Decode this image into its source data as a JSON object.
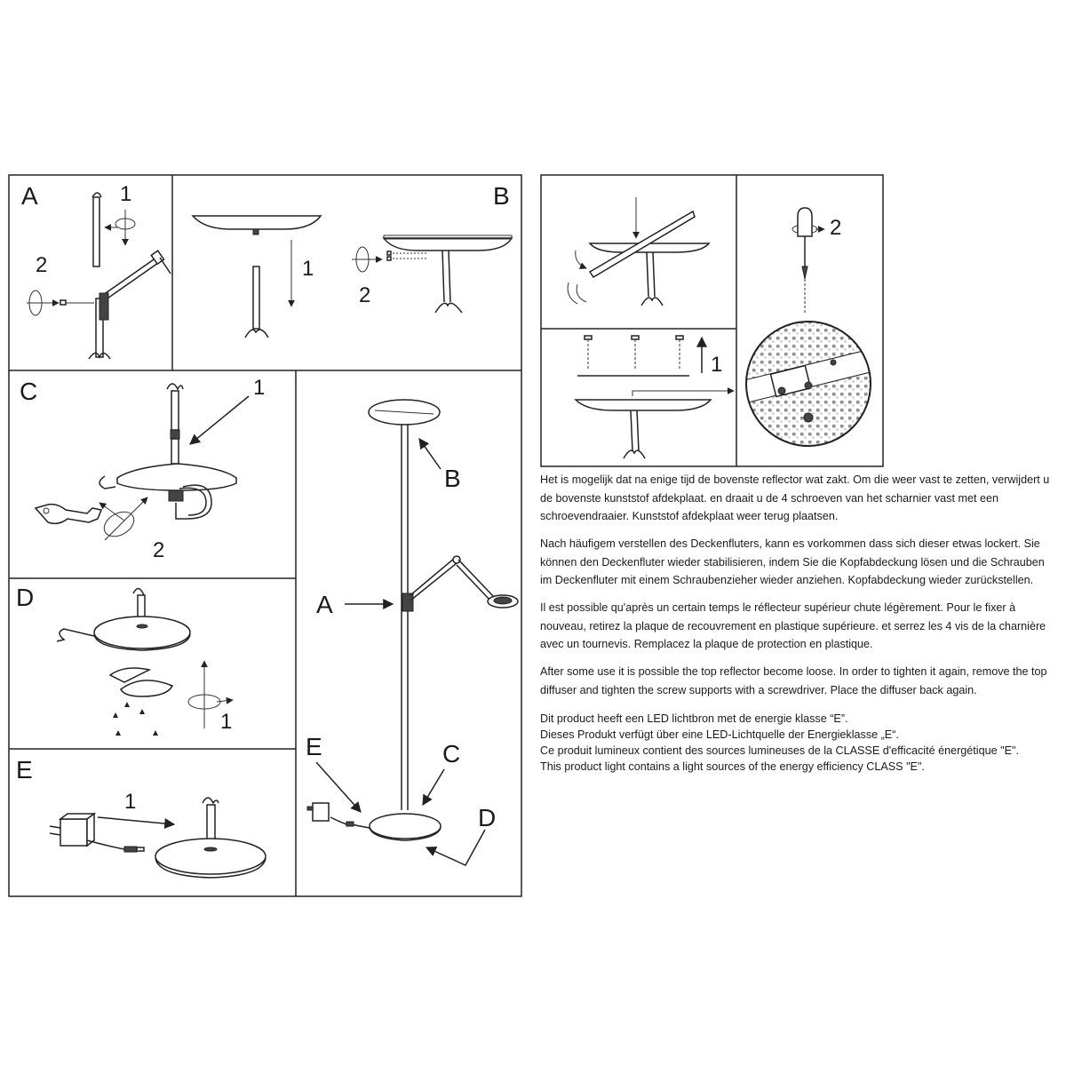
{
  "panels": {
    "A": {
      "letter": "A",
      "step1": "1",
      "step2": "2"
    },
    "B": {
      "letter": "B",
      "step1": "1",
      "step2": "2"
    },
    "C": {
      "letter": "C",
      "step1": "1",
      "step2": "2"
    },
    "D": {
      "letter": "D",
      "step1": "1"
    },
    "E": {
      "letter": "E",
      "step1": "1"
    },
    "overview": {
      "label_A": "A",
      "label_B": "B",
      "label_C": "C",
      "label_D": "D",
      "label_E": "E"
    },
    "detail": {
      "step1": "1",
      "step2": "2"
    }
  },
  "instructions": {
    "nl": "Het is mogelijk dat na enige tijd de bovenste reflector wat zakt. Om die weer vast te zetten, verwijdert u de bovenste kunststof afdekplaat. en draait u de 4 schroeven van het scharnier vast met een schroevendraaier. Kunststof afdekplaat weer terug plaatsen.",
    "de": "Nach häufigem verstellen des Deckenfluters, kann es vorkommen dass sich dieser etwas lockert. Sie können den Deckenfluter wieder stabilisieren, indem Sie die Kopfabdeckung lösen und die Schrauben im Deckenfluter mit einem Schraubenzieher wieder anziehen. Kopfabdeckung wieder zurückstellen.",
    "fr": "Il est possible qu'après un certain temps le réflecteur supérieur chute légèrement. Pour le fixer à nouveau, retirez la plaque de recouvrement en plastique supérieure. et serrez les 4 vis de la charnière avec un tournevis. Remplacez la plaque de protection en plastique.",
    "en": "After some use it is possible the top reflector become loose. In order to tighten it again, remove the top diffuser and tighten the screw supports with a screwdriver. Place the diffuser back again."
  },
  "energy": {
    "nl": "Dit product heeft een LED lichtbron met de energie klasse “E”.",
    "de": "Dieses Produkt verfügt über eine LED-Lichtquelle der Energieklasse „E“.",
    "fr": "Ce produit lumineux contient des sources lumineuses de la CLASSE d'efficacité énergétique \"E\".",
    "en": "This product light contains a light sources of the energy efficiency CLASS \"E\"."
  }
}
